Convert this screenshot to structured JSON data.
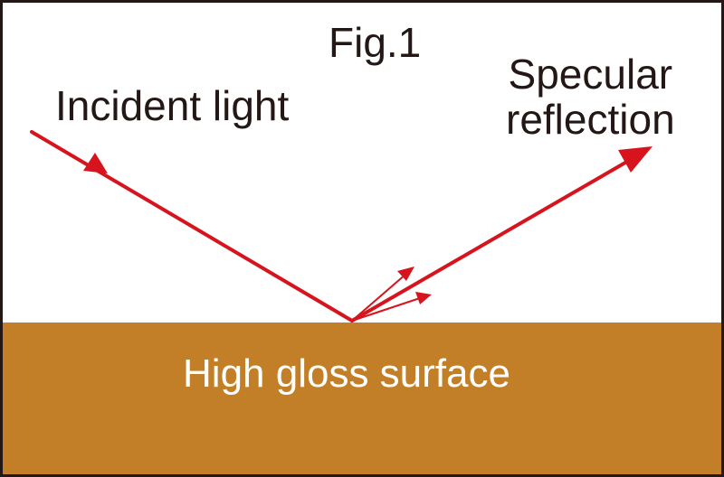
{
  "figure": {
    "title": "Fig.1",
    "incident_label": "Incident light",
    "specular_label_line1": "Specular",
    "specular_label_line2": "reflection",
    "surface_label": "High gloss surface"
  },
  "colors": {
    "ray": "#d7141d",
    "surface": "#c27f27",
    "text": "#231815",
    "surface_text": "#ffffff"
  },
  "icons": {
    "incident_arrowhead": "arrowhead-icon",
    "reflected_arrowhead": "arrowhead-icon",
    "scatter_arrowheads": "arrowhead-icon"
  }
}
